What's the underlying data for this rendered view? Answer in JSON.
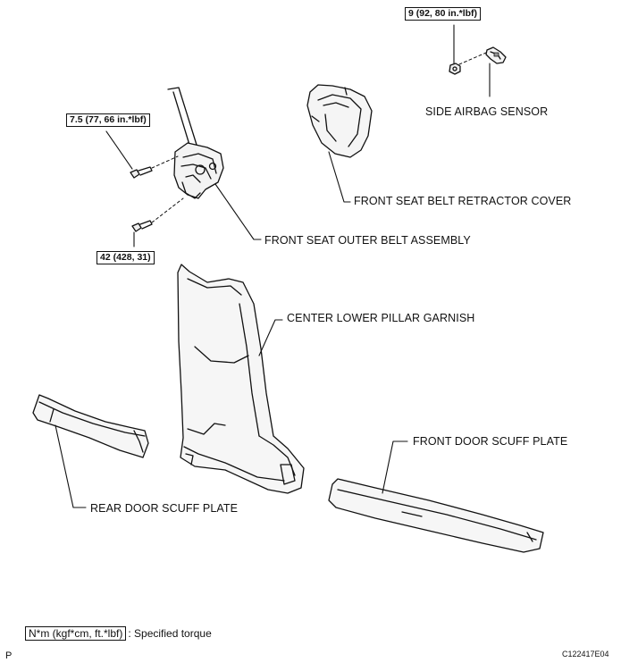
{
  "labels": {
    "side_airbag_sensor": "SIDE AIRBAG SENSOR",
    "front_seat_belt_retractor_cover": "FRONT SEAT BELT RETRACTOR COVER",
    "front_seat_outer_belt_assembly": "FRONT SEAT OUTER BELT ASSEMBLY",
    "center_lower_pillar_garnish": "CENTER LOWER PILLAR GARNISH",
    "front_door_scuff_plate": "FRONT DOOR SCUFF PLATE",
    "rear_door_scuff_plate": "REAR DOOR SCUFF PLATE"
  },
  "torques": {
    "sensor_nut": "9 (92, 80 in.*lbf)",
    "upper_bolt": "7.5 (77, 66 in.*lbf)",
    "lower_bolt": "42 (428, 31)"
  },
  "legend": {
    "box": "N*m (kgf*cm, ft.*lbf)",
    "text": ": Specified torque"
  },
  "corner": {
    "left": "P",
    "right": "C122417E04"
  }
}
